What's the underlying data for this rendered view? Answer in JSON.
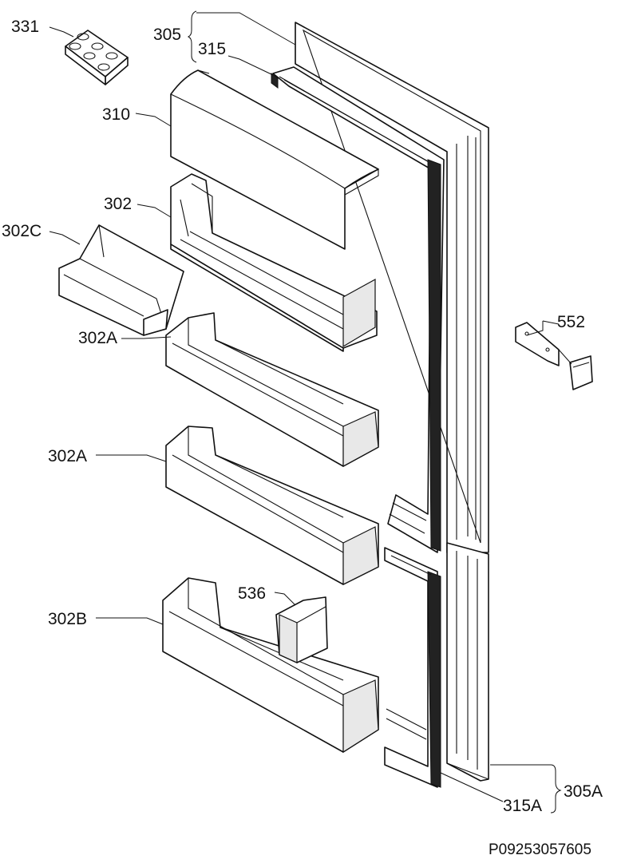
{
  "labels": {
    "egg_tray": "331",
    "door_upper": "305",
    "gasket_upper": "315",
    "dairy_lid": "310",
    "door_shelf": "302",
    "small_shelf": "302C",
    "bottle_shelf_mid": "302A",
    "bottle_shelf_low": "302A",
    "bottle_shelf_bottom": "302B",
    "hinge_plate": "552",
    "bottle_retainer": "536",
    "door_lower": "305A",
    "gasket_lower": "315A"
  },
  "reference_code": "P09253057605"
}
